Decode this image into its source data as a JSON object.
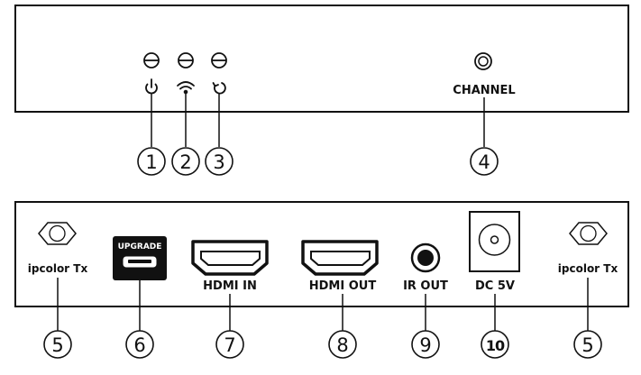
{
  "front_panel": {
    "channel_label": "CHANNEL",
    "callouts": [
      "1",
      "2",
      "3",
      "4"
    ],
    "icons": [
      "power-icon",
      "wifi-icon",
      "refresh-icon"
    ]
  },
  "rear_panel": {
    "left_brand": "ipcolor Tx",
    "right_brand": "ipcolor Tx",
    "upgrade_label": "UPGRADE",
    "hdmi_in_label": "HDMI IN",
    "hdmi_out_label": "HDMI OUT",
    "ir_out_label": "IR OUT",
    "dc_label": "DC 5V",
    "callouts": [
      "5",
      "6",
      "7",
      "8",
      "9",
      "10",
      "5"
    ]
  }
}
